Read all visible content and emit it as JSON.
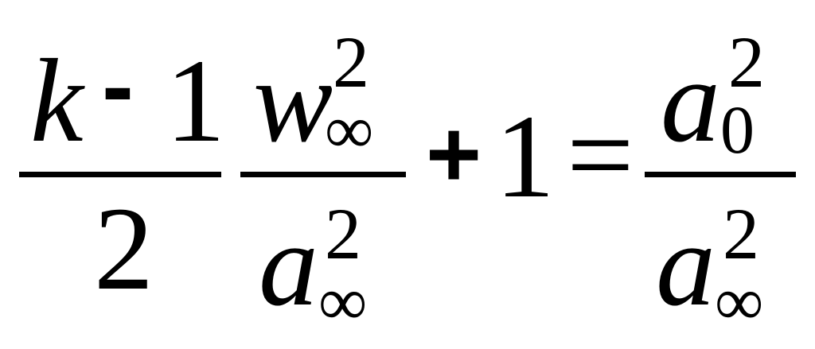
{
  "equation": {
    "frac1": {
      "numerator": {
        "var": "k",
        "op": "-",
        "num": "1"
      },
      "denominator": "2"
    },
    "frac2": {
      "numerator": {
        "base": "w",
        "sup": "2",
        "sub": "∞"
      },
      "denominator": {
        "base": "a",
        "sup": "2",
        "sub": "∞"
      }
    },
    "plus": "+",
    "one": "1",
    "equals": "=",
    "frac3": {
      "numerator": {
        "base": "a",
        "sup": "2",
        "sub": "0"
      },
      "denominator": {
        "base": "a",
        "sup": "2",
        "sub": "∞"
      }
    }
  }
}
